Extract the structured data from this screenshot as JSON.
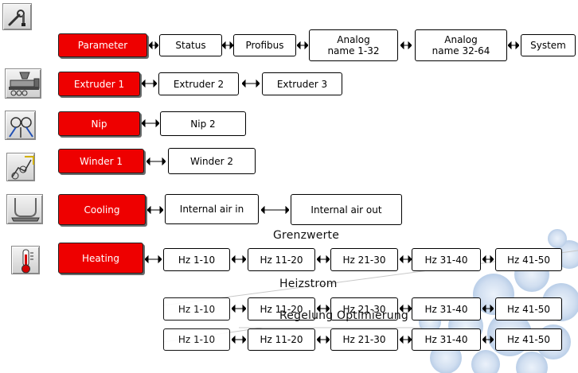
{
  "icons": {
    "tools": "wrench-screwdriver-icon",
    "extruder": "extruder-machine-icon",
    "nip": "nip-rollers-icon",
    "winder": "winder-icon",
    "cooling": "cooling-ring-icon",
    "heating": "thermometer-icon"
  },
  "colors": {
    "active": "#ee0000",
    "inactive": "#ffffff"
  },
  "rows": {
    "system": {
      "active": "Parameter",
      "items": [
        "Status",
        "Profibus",
        "Analog\nname 1-32",
        "Analog\nname 32-64",
        "System"
      ]
    },
    "extruder": {
      "active": "Extruder 1",
      "items": [
        "Extruder 2",
        "Extruder 3"
      ]
    },
    "nip": {
      "active": "Nip",
      "items": [
        "Nip 2"
      ]
    },
    "winder": {
      "active": "Winder 1",
      "items": [
        "Winder 2"
      ]
    },
    "cooling": {
      "active": "Cooling",
      "items": [
        "Internal air in",
        "Internal air out"
      ]
    },
    "heating": {
      "active": "Heating",
      "groups": [
        {
          "title": "Grenzwerte",
          "zones": [
            "Hz 1-10",
            "Hz 11-20",
            "Hz 21-30",
            "Hz 31-40",
            "Hz 41-50"
          ]
        },
        {
          "title": "Heizstrom",
          "zones": [
            "Hz 1-10",
            "Hz 11-20",
            "Hz 21-30",
            "Hz 31-40",
            "Hz 41-50"
          ]
        },
        {
          "title": "Regelung Optimierung",
          "zones": [
            "Hz 1-10",
            "Hz 11-20",
            "Hz 21-30",
            "Hz 31-40",
            "Hz 41-50"
          ]
        }
      ]
    }
  }
}
